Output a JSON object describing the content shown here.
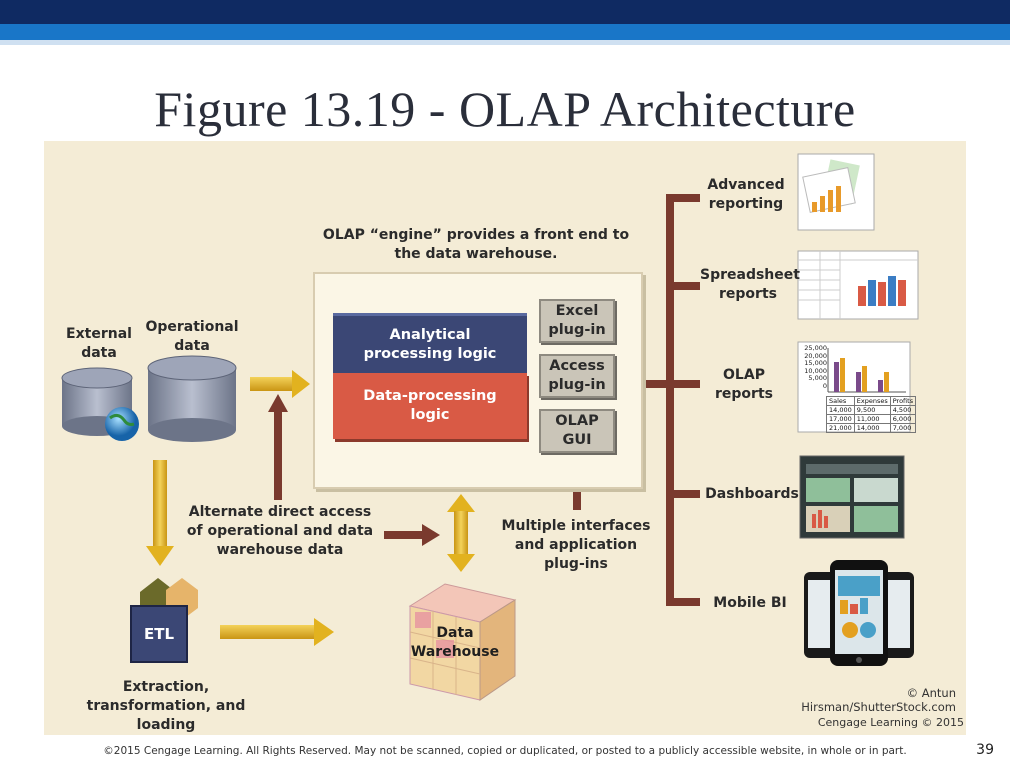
{
  "slide": {
    "title": "Figure 13.19 - OLAP Architecture",
    "footer": "©2015 Cengage Learning. All Rights Reserved. May not be scanned, copied or duplicated, or posted to a publicly accessible website, in whole or in part.",
    "page_number": "39"
  },
  "diagram": {
    "external_data": "External\ndata",
    "operational_data": "Operational\ndata",
    "engine_caption": "OLAP “engine” provides a front end to\nthe data warehouse.",
    "analytical": "Analytical\nprocessing logic",
    "data_processing": "Data-processing\nlogic",
    "plugins": [
      "Excel\nplug-in",
      "Access\nplug-in",
      "OLAP\nGUI"
    ],
    "alternate_access": "Alternate direct access\nof operational and data\nwarehouse data",
    "multiple_interfaces": "Multiple interfaces\nand application\nplug-ins",
    "etl": "ETL",
    "etl_caption": "Extraction,\ntransformation, and loading",
    "warehouse": "Data\nWarehouse",
    "outputs": [
      "Advanced\nreporting",
      "Spreadsheet\nreports",
      "OLAP\nreports",
      "Dashboards",
      "Mobile BI"
    ],
    "olap_report_axis": [
      "25,000",
      "20,000",
      "15,000",
      "10,000",
      "5,000",
      "0"
    ],
    "olap_report_table": {
      "headers": [
        "Sales",
        "Expenses",
        "Profits"
      ],
      "rows": [
        [
          "14,000",
          "9,500",
          "4,500"
        ],
        [
          "17,000",
          "11,000",
          "6,000"
        ],
        [
          "21,000",
          "14,000",
          "7,000"
        ]
      ]
    },
    "photo_credit": "© Antun Hirsman/ShutterStock.com",
    "publisher_credit": "Cengage Learning © 2015"
  },
  "colors": {
    "navy": "#0f2a62",
    "blue": "#1976c8",
    "panel": "#f4ecd6",
    "analytical": "#3b4775",
    "data_processing": "#d95a45",
    "connector": "#7a3a2e",
    "gold_arrow": "#e2b21f"
  }
}
